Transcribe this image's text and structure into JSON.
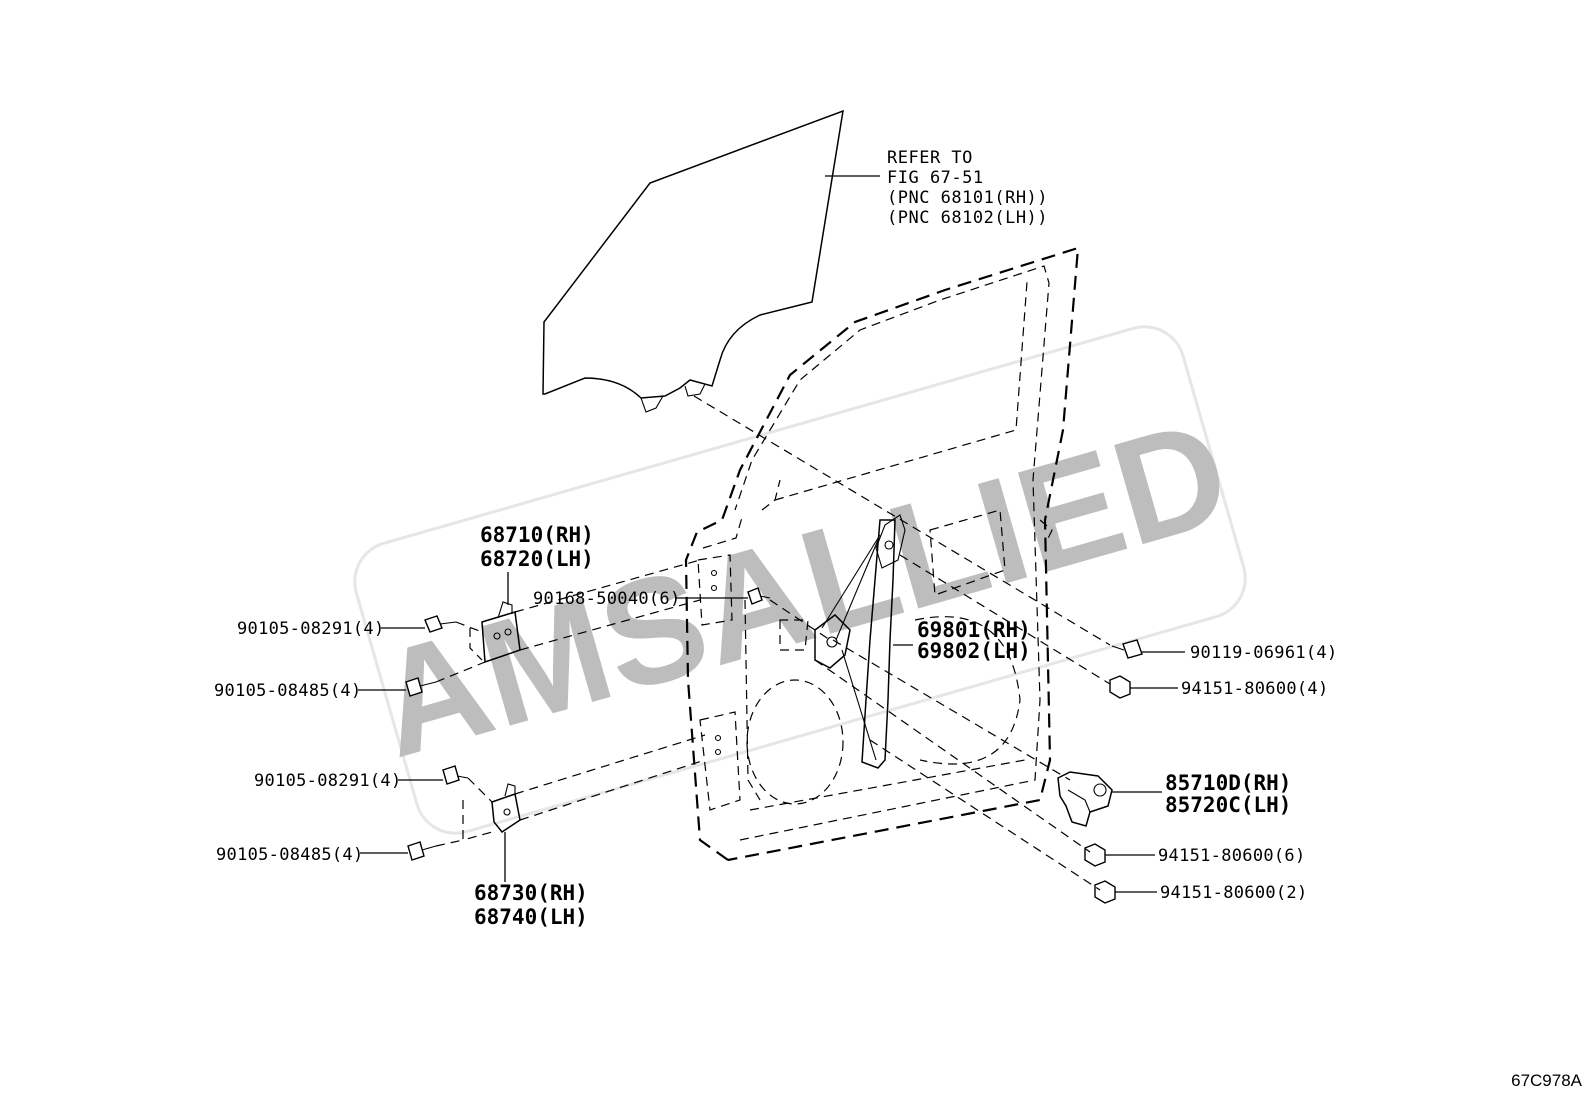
{
  "diagram": {
    "watermark": "AMSALLIED",
    "figure_id": "67C978A",
    "refer": {
      "line1": "REFER TO",
      "line2": "FIG 67-51",
      "line3": "(PNC 68101(RH))",
      "line4": "(PNC 68102(LH))"
    },
    "callouts": {
      "hinge_upper_rh": "68710(RH)",
      "hinge_upper_lh": "68720(LH)",
      "hinge_lower_rh": "68730(RH)",
      "hinge_lower_lh": "68740(LH)",
      "bolt_hinge_upper_a": "90105-08291(4)",
      "bolt_hinge_upper_b": "90105-08485(4)",
      "bolt_hinge_lower_a": "90105-08291(4)",
      "bolt_hinge_lower_b": "90105-08485(4)",
      "bolt_center": "90168-50040(6)",
      "regulator_rh": "69801(RH)",
      "regulator_lh": "69802(LH)",
      "bolt_right": "90119-06961(4)",
      "nut_right_top": "94151-80600(4)",
      "motor_rh": "85710D(RH)",
      "motor_lh": "85720C(LH)",
      "nut_right_mid": "94151-80600(6)",
      "nut_right_bottom": "94151-80600(2)"
    }
  }
}
